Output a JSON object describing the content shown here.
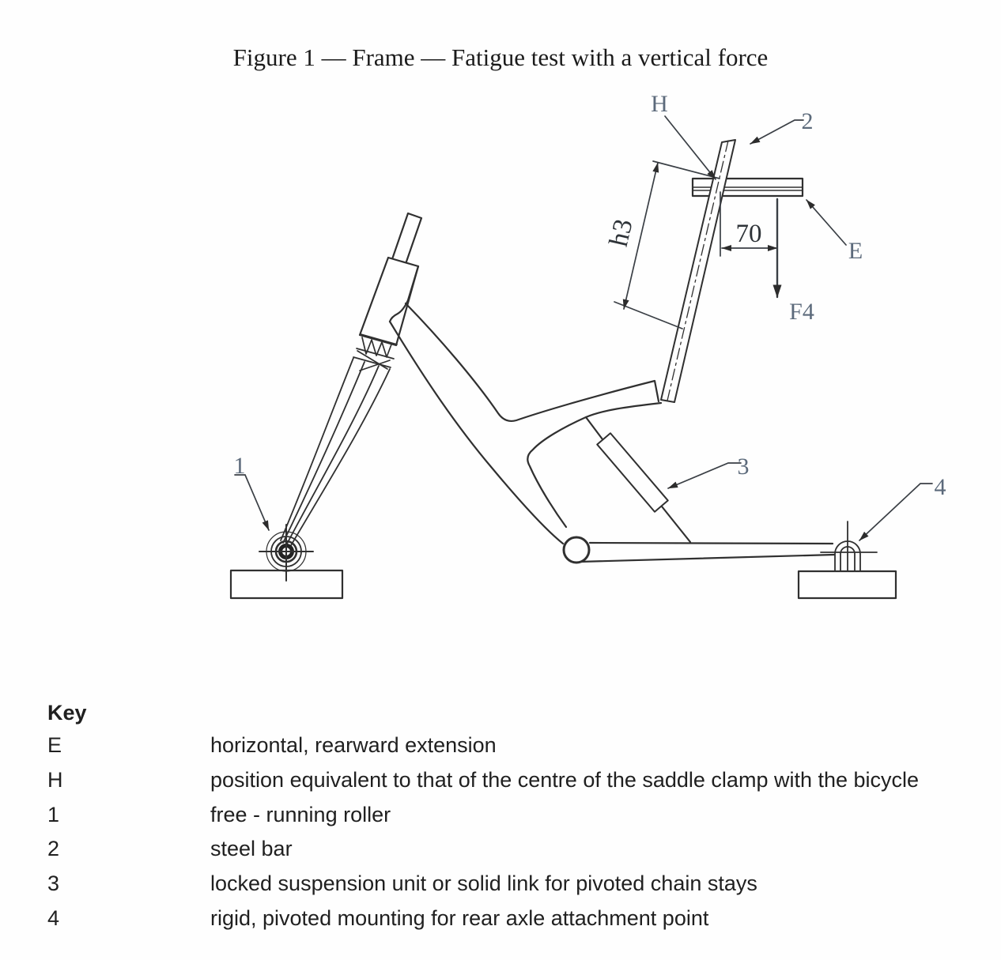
{
  "figure": {
    "title": "Figure 1 — Frame — Fatigue test with a vertical force"
  },
  "diagram": {
    "labels": {
      "h_point": "H",
      "steel_bar": "2",
      "extension": "E",
      "force": "F4",
      "height_dim": "h3",
      "offset_dim_value": "70",
      "roller": "1",
      "suspension": "3",
      "rear_mount": "4"
    },
    "colors": {
      "line": "#303030",
      "label": "#5c6a7b",
      "dim_text": "#2e3338",
      "background": "#fefefe"
    }
  },
  "key": {
    "heading": "Key",
    "entries": [
      {
        "symbol": "E",
        "description": "horizontal, rearward extension"
      },
      {
        "symbol": "H",
        "description": "position equivalent to that of the centre of the saddle clamp with the bicycle"
      },
      {
        "symbol": "1",
        "description": "free - running roller"
      },
      {
        "symbol": "2",
        "description": "steel bar"
      },
      {
        "symbol": "3",
        "description": "locked suspension unit or solid link for pivoted chain stays"
      },
      {
        "symbol": "4",
        "description": "rigid, pivoted mounting for rear axle attachment point"
      }
    ]
  }
}
